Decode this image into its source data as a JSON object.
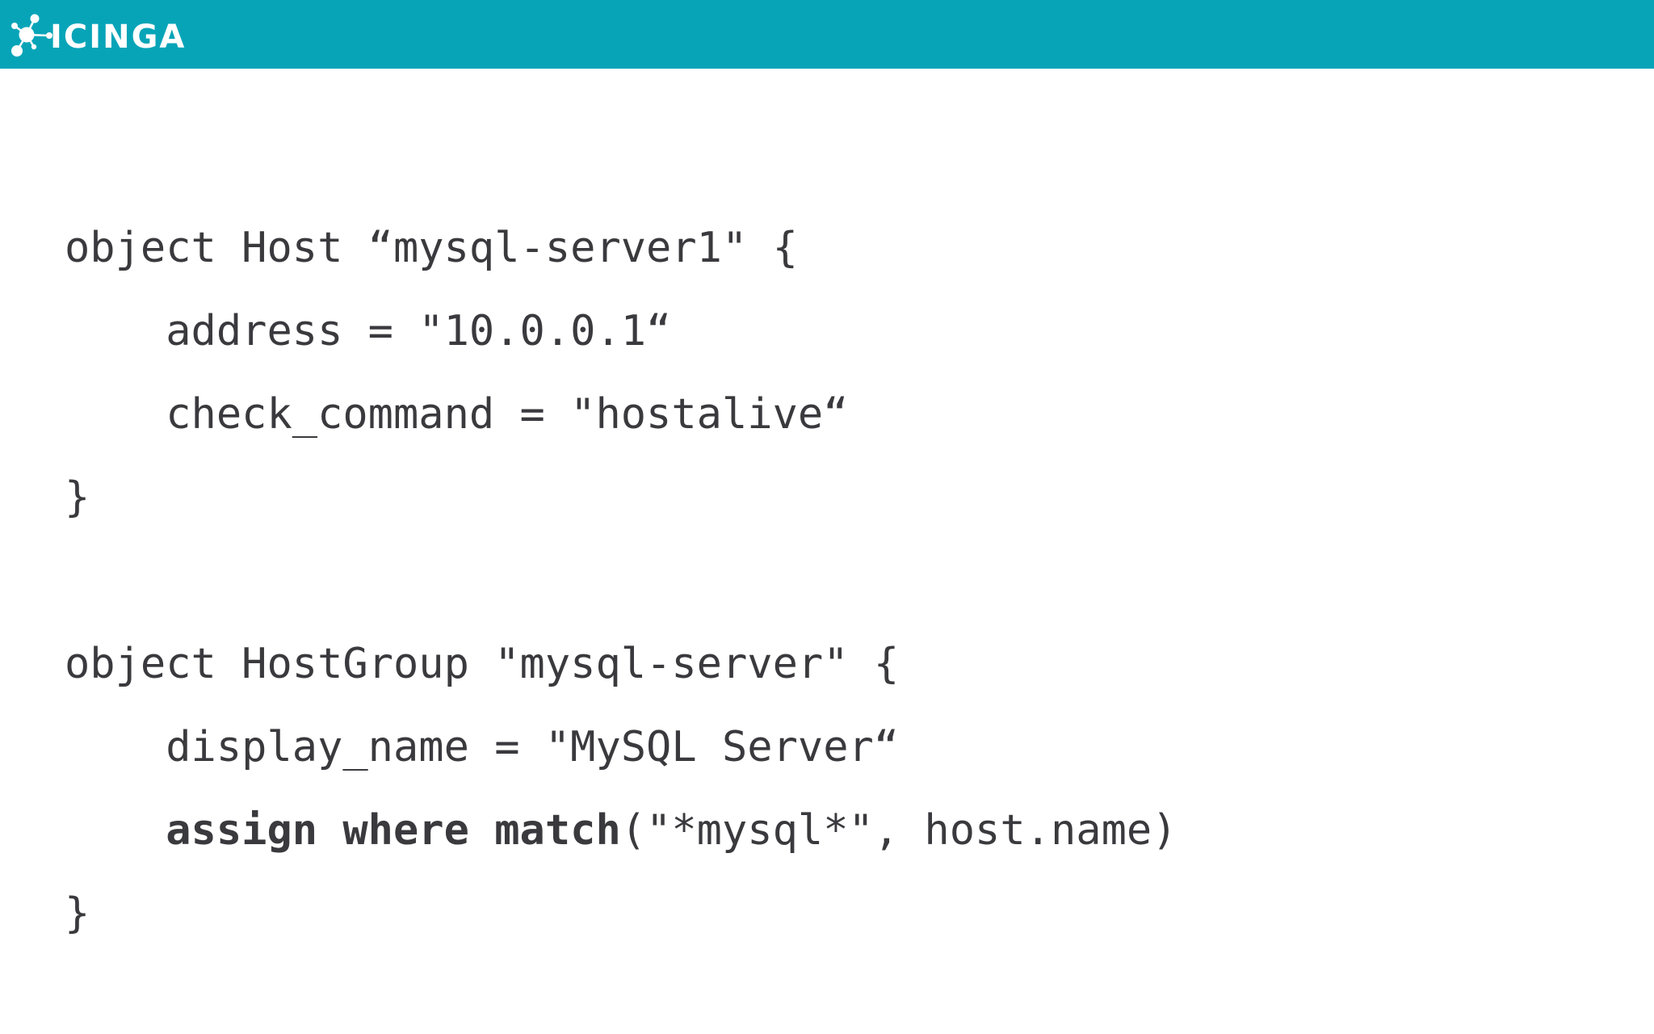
{
  "header": {
    "brand": "ICINGA",
    "logo_icon": "icinga-molecule-icon",
    "bg_color": "#07a4b8",
    "foreground_color": "#ffffff"
  },
  "code": {
    "text_color": "#3a3a3e",
    "block1": {
      "line1": "object Host “mysql-server1\" {",
      "line2": "    address = \"10.0.0.1“",
      "line3": "    check_command = \"hostalive“",
      "line4": "}"
    },
    "block2": {
      "line1": "object HostGroup \"mysql-server\" {",
      "line2": "    display_name = \"MySQL Server“",
      "line3_bold": "    assign where match",
      "line3_rest": "(\"*mysql*\", host.name)",
      "line4": "}"
    }
  }
}
